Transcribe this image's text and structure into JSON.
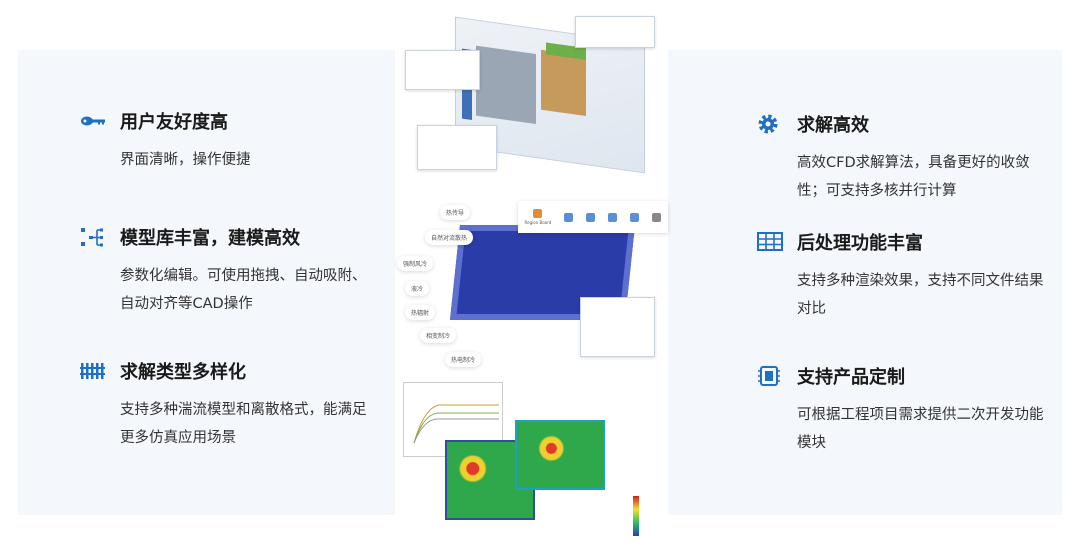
{
  "features_left": [
    {
      "icon": "key-icon",
      "title": "用户友好度高",
      "desc": "界面清晰，操作便捷"
    },
    {
      "icon": "tree-structure-icon",
      "title": "模型库丰富，建模高效",
      "desc": "参数化编辑。可使用拖拽、自动吸附、自动对齐等CAD操作"
    },
    {
      "icon": "fence-grid-icon",
      "title": "求解类型多样化",
      "desc": "支持多种湍流模型和离散格式，能满足更多仿真应用场景"
    }
  ],
  "features_right": [
    {
      "icon": "gear-icon",
      "title": "求解高效",
      "desc": "高效CFD求解算法，具备更好的收敛性；可支持多核并行计算"
    },
    {
      "icon": "table-icon",
      "title": "后处理功能丰富",
      "desc": "支持多种渲染效果，支持不同文件结果对比"
    },
    {
      "icon": "chip-icon",
      "title": "支持产品定制",
      "desc": "可根据工程项目需求提供二次开发功能模块"
    }
  ],
  "center": {
    "flow_labels": [
      "热传导",
      "自然对流散热",
      "强制风冷",
      "液冷",
      "热辐射",
      "相变制冷",
      "热电制冷"
    ],
    "toolbar": [
      "Region Board",
      "",
      "",
      "",
      "",
      ""
    ]
  },
  "colors": {
    "accent": "#1f6fc5",
    "panel": "#f4f7fb"
  }
}
